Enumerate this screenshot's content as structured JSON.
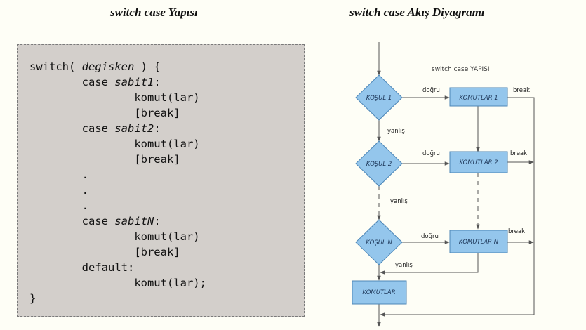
{
  "left_title": "switch case Yapısı",
  "right_title": "switch case Akış Diyagramı",
  "code": [
    {
      "indent": "",
      "parts": [
        {
          "t": "switch( "
        },
        {
          "t": "degisken",
          "i": true
        },
        {
          "t": " ) {"
        }
      ]
    },
    {
      "indent": "        ",
      "parts": [
        {
          "t": "case "
        },
        {
          "t": "sabit1",
          "i": true
        },
        {
          "t": ":"
        }
      ]
    },
    {
      "indent": "                ",
      "parts": [
        {
          "t": "komut(lar)"
        }
      ]
    },
    {
      "indent": "                ",
      "parts": [
        {
          "t": "[break]"
        }
      ]
    },
    {
      "indent": "        ",
      "parts": [
        {
          "t": "case "
        },
        {
          "t": "sabit2",
          "i": true
        },
        {
          "t": ":"
        }
      ]
    },
    {
      "indent": "                ",
      "parts": [
        {
          "t": "komut(lar)"
        }
      ]
    },
    {
      "indent": "                ",
      "parts": [
        {
          "t": "[break]"
        }
      ]
    },
    {
      "indent": "        ",
      "parts": [
        {
          "t": "."
        }
      ]
    },
    {
      "indent": "        ",
      "parts": [
        {
          "t": "."
        }
      ]
    },
    {
      "indent": "        ",
      "parts": [
        {
          "t": "."
        }
      ]
    },
    {
      "indent": "        ",
      "parts": [
        {
          "t": "case "
        },
        {
          "t": "sabitN",
          "i": true
        },
        {
          "t": ":"
        }
      ]
    },
    {
      "indent": "                ",
      "parts": [
        {
          "t": "komut(lar)"
        }
      ]
    },
    {
      "indent": "                ",
      "parts": [
        {
          "t": "[break]"
        }
      ]
    },
    {
      "indent": "        ",
      "parts": [
        {
          "t": "default:"
        }
      ]
    },
    {
      "indent": "                ",
      "parts": [
        {
          "t": "komut(lar);"
        }
      ]
    },
    {
      "indent": "",
      "parts": [
        {
          "t": "}"
        }
      ]
    }
  ],
  "flowchart": {
    "caption": "switch case YAPISI",
    "conditions": [
      "KOŞUL 1",
      "KOŞUL 2",
      "KOŞUL N"
    ],
    "blocks": [
      "KOMUTLAR 1",
      "KOMUTLAR 2",
      "KOMUTLAR N"
    ],
    "default_block": "KOMUTLAR",
    "yes_label": "doğru",
    "no_label": "yanlış",
    "break_label": "break",
    "colors": {
      "fill": "#94c6ec",
      "stroke": "#4d86b6",
      "text": "#1c3557",
      "line": "#555555"
    }
  }
}
